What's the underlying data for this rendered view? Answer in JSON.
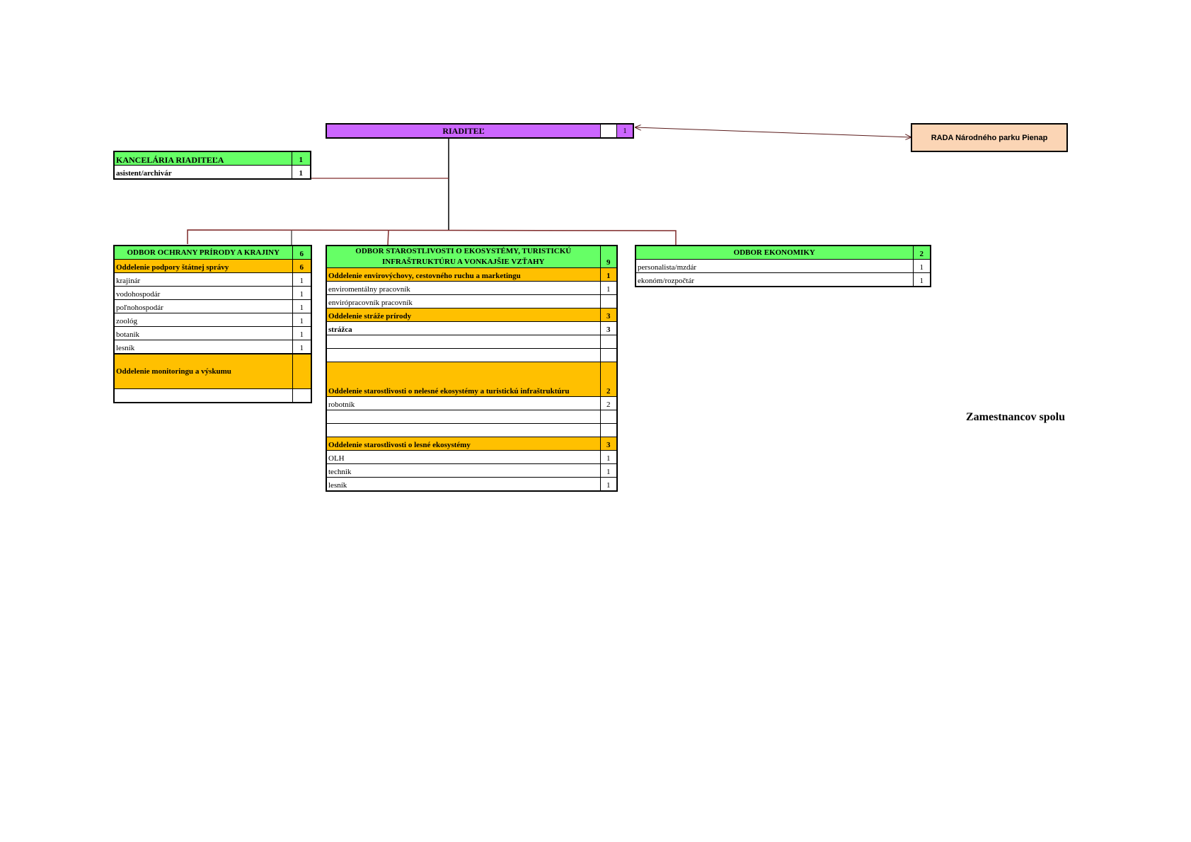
{
  "director": {
    "title": "RIADITEĽ",
    "count": "1",
    "color": "#cc66ff"
  },
  "board": {
    "title": "RADA Národného parku Pienap",
    "color": "#fbd5b5"
  },
  "office": {
    "title": "KANCELÁRIA RIADITEĽA",
    "count": "1",
    "rows": [
      {
        "label": "asistent/archivár",
        "count": "1"
      }
    ]
  },
  "dept1": {
    "title": "ODBOR OCHRANY PRÍRODY A KRAJINY",
    "count": "6",
    "sub1": {
      "title": "Oddelenie podpory štátnej správy",
      "count": "6"
    },
    "rows": [
      {
        "label": "krajinár",
        "count": "1"
      },
      {
        "label": "vodohospodár",
        "count": "1"
      },
      {
        "label": "poľnohospodár",
        "count": "1"
      },
      {
        "label": "zoológ",
        "count": "1"
      },
      {
        "label": "botanik",
        "count": "1"
      },
      {
        "label": "lesník",
        "count": "1"
      }
    ],
    "sub2": {
      "title": "Oddelenie monitoringu a výskumu",
      "count": ""
    }
  },
  "dept2": {
    "title": "ODBOR STAROSTLIVOSTI O EKOSYSTÉMY, TURISTICKÚ INFRAŠTRUKTÚRU A VONKAJŠIE VZŤAHY",
    "count": "9",
    "sub1": {
      "title": "Oddelenie  envirovýchovy, cestovného ruchu a marketingu",
      "count": "1"
    },
    "sub1_rows": [
      {
        "label": "enviromentálny pracovník",
        "count": "1"
      },
      {
        "label": "envirópracovník pracovník",
        "count": ""
      }
    ],
    "sub2": {
      "title": "Oddelenie stráže prírody",
      "count": "3"
    },
    "sub2_rows": [
      {
        "label": "strážca",
        "count": "3"
      }
    ],
    "sub3": {
      "title": "Oddelenie  starostlivosti o nelesné ekosystémy a turistickú infraštruktúru",
      "count": "2"
    },
    "sub3_rows": [
      {
        "label": "robotník",
        "count": "2"
      }
    ],
    "sub4": {
      "title": "Oddelenie starostlivosti o lesné ekosystémy",
      "count": "3"
    },
    "sub4_rows": [
      {
        "label": "OLH",
        "count": "1"
      },
      {
        "label": "technik",
        "count": "1"
      },
      {
        "label": "lesník",
        "count": "1"
      }
    ]
  },
  "dept3": {
    "title": "ODBOR EKONOMIKY",
    "count": "2",
    "rows": [
      {
        "label": "personalista/mzdár",
        "count": "1"
      },
      {
        "label": "ekonóm/rozpočtár",
        "count": "1"
      }
    ]
  },
  "total": {
    "label": "Zamestnancov spolu"
  },
  "colors": {
    "green": "#66ff66",
    "orange": "#ffc000",
    "line": "#7f2a2a"
  }
}
